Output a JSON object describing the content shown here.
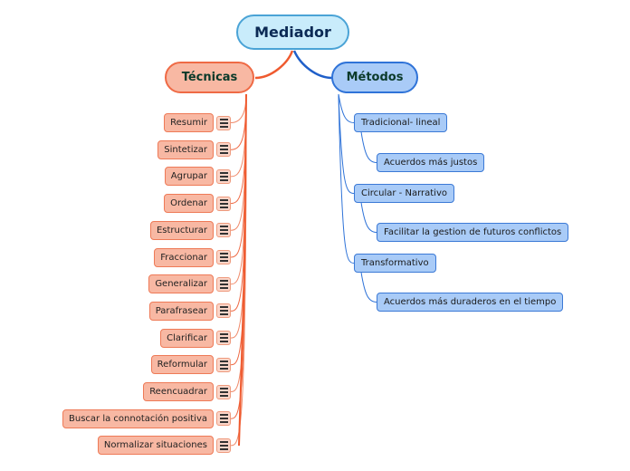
{
  "root": {
    "label": "Mediador"
  },
  "tecnicas": {
    "label": "Técnicas",
    "items": [
      "Resumir",
      "Sintetizar",
      "Agrupar",
      "Ordenar",
      "Estructurar",
      "Fraccionar",
      "Generalizar",
      "Parafrasear",
      "Clarificar",
      "Reformular",
      "Reencuadrar",
      "Buscar la connotación positiva",
      "Normalizar situaciones"
    ],
    "note_icon": "notes-icon"
  },
  "metodos": {
    "label": "Métodos",
    "items": [
      {
        "label": "Tradicional- lineal",
        "child": "Acuerdos más justos"
      },
      {
        "label": "Circular - Narrativo",
        "child": "Facilitar la gestion de futuros conflictos"
      },
      {
        "label": "Transformativo",
        "child": "Acuerdos más duraderos en el tiempo"
      }
    ]
  },
  "colors": {
    "tecnicas_accent": "#ef5a2f",
    "metodos_accent": "#2f73d8",
    "root_accent": "#4aa3d6"
  }
}
